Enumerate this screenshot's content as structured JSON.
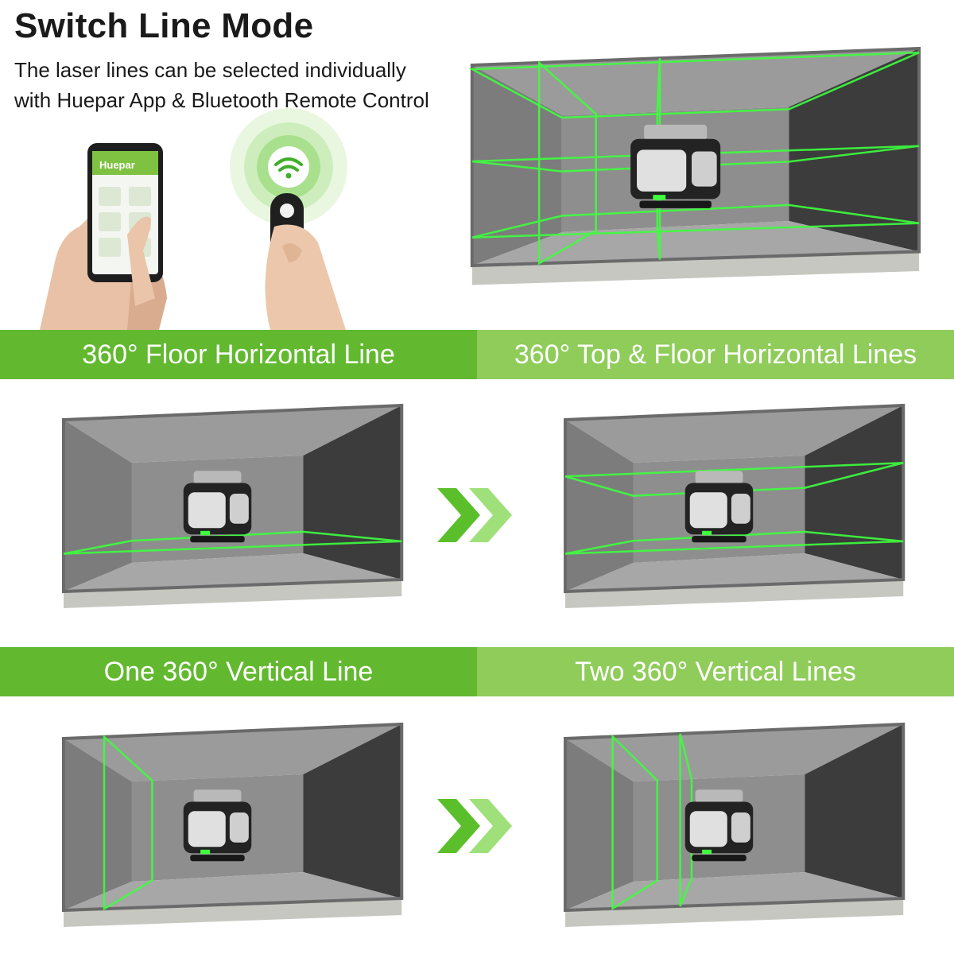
{
  "header": {
    "title": "Switch Line Mode",
    "subtitle_line1": "The laser lines can be selected individually",
    "subtitle_line2": "with Huepar App & Bluetooth Remote Control"
  },
  "app": {
    "brand": "Huepar"
  },
  "bands": {
    "row1_left": "360° Floor Horizontal Line",
    "row1_right": "360° Top & Floor Horizontal Lines",
    "row2_left": "One 360° Vertical Line",
    "row2_right": "Two 360° Vertical Lines"
  },
  "colors": {
    "band_dark": "#62b92f",
    "band_light": "#8fcc5a",
    "laser": "#3dff3d",
    "arrow_dark": "#5bbf2c",
    "arrow_light": "#9fe07a"
  }
}
